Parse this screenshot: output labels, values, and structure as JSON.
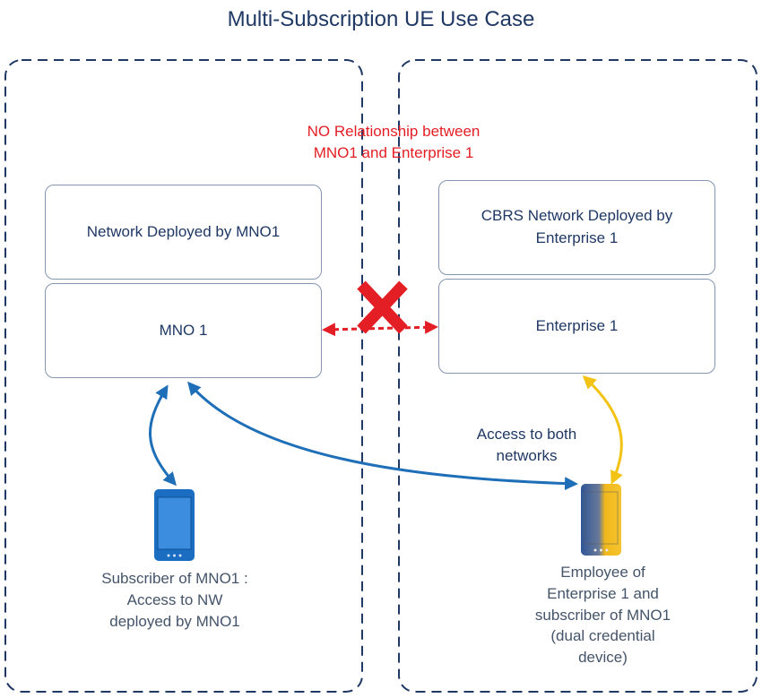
{
  "title": "Multi-Subscription UE Use Case",
  "left": {
    "network_box": "Network Deployed by MNO1",
    "operator_box": "MNO 1",
    "device_caption": "Subscriber of MNO1 :\nAccess to NW\ndeployed by MNO1"
  },
  "right": {
    "network_box": "CBRS Network Deployed by\nEnterprise 1",
    "operator_box": "Enterprise 1",
    "device_caption": "Employee of\nEnterprise 1 and\nsubscriber of MNO1\n(dual credential\ndevice)"
  },
  "relationship_note": "NO Relationship between\nMNO1 and Enterprise 1",
  "access_note": "Access to both\nnetworks",
  "colors": {
    "text": "#1f3864",
    "region_border": "#1f3864",
    "box_border": "#8496b0",
    "blue_arrow": "#1f6fb8",
    "yellow_arrow": "#f2c314",
    "red": "#e31e24",
    "phone_blue": "#1a6dc0",
    "phone_yellow": "#f2b81a"
  }
}
